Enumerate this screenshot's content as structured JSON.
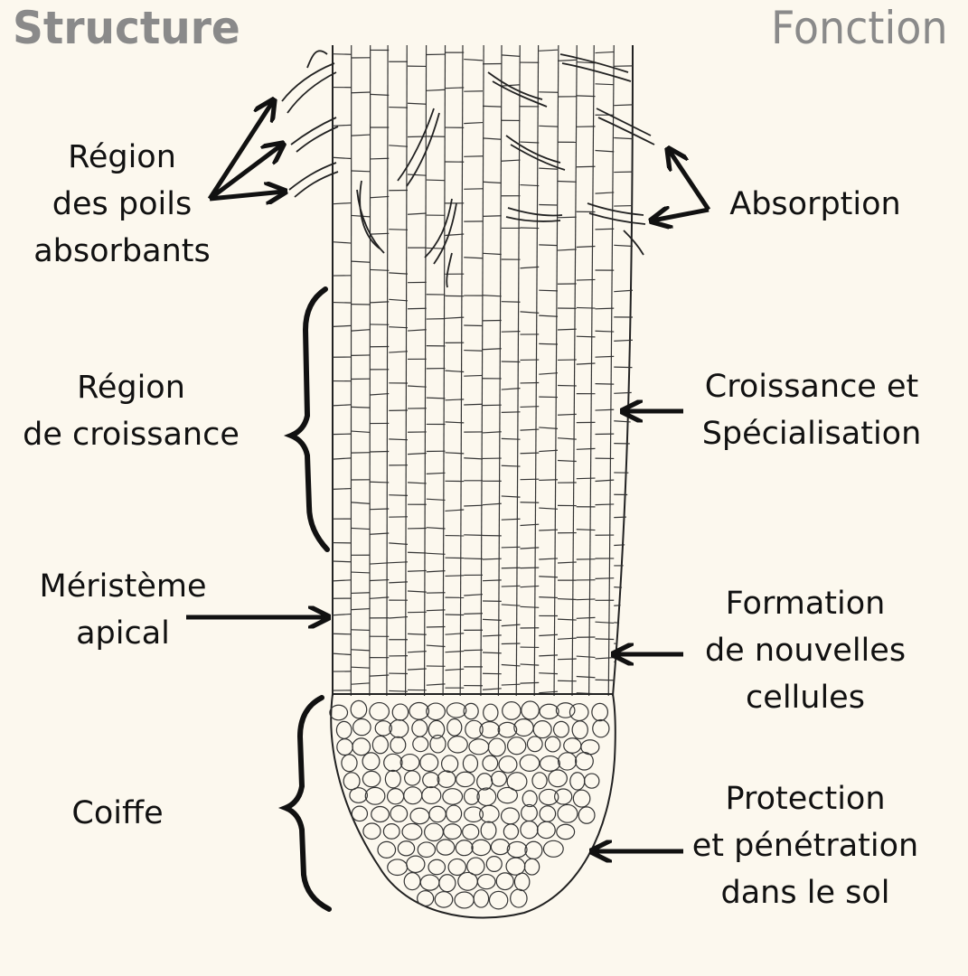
{
  "headers": {
    "structure": "Structure",
    "fonction": "Fonction"
  },
  "structure_labels": {
    "poils": [
      "Région",
      "des poils",
      "absorbants"
    ],
    "croissance": [
      "Région",
      "de croissance"
    ],
    "meristeme": [
      "Méristème",
      "apical"
    ],
    "coiffe": [
      "Coiffe"
    ]
  },
  "function_labels": {
    "absorption": [
      "Absorption"
    ],
    "croissance": [
      "Croissance et",
      "Spécialisation"
    ],
    "formation": [
      "Formation",
      "de nouvelles",
      "cellules"
    ],
    "protection": [
      "Protection",
      "et pénétration",
      "dans le sol"
    ]
  },
  "colors": {
    "background": "#fcf8ee",
    "ink": "#111111",
    "header_gray": "#8a8a8a"
  }
}
